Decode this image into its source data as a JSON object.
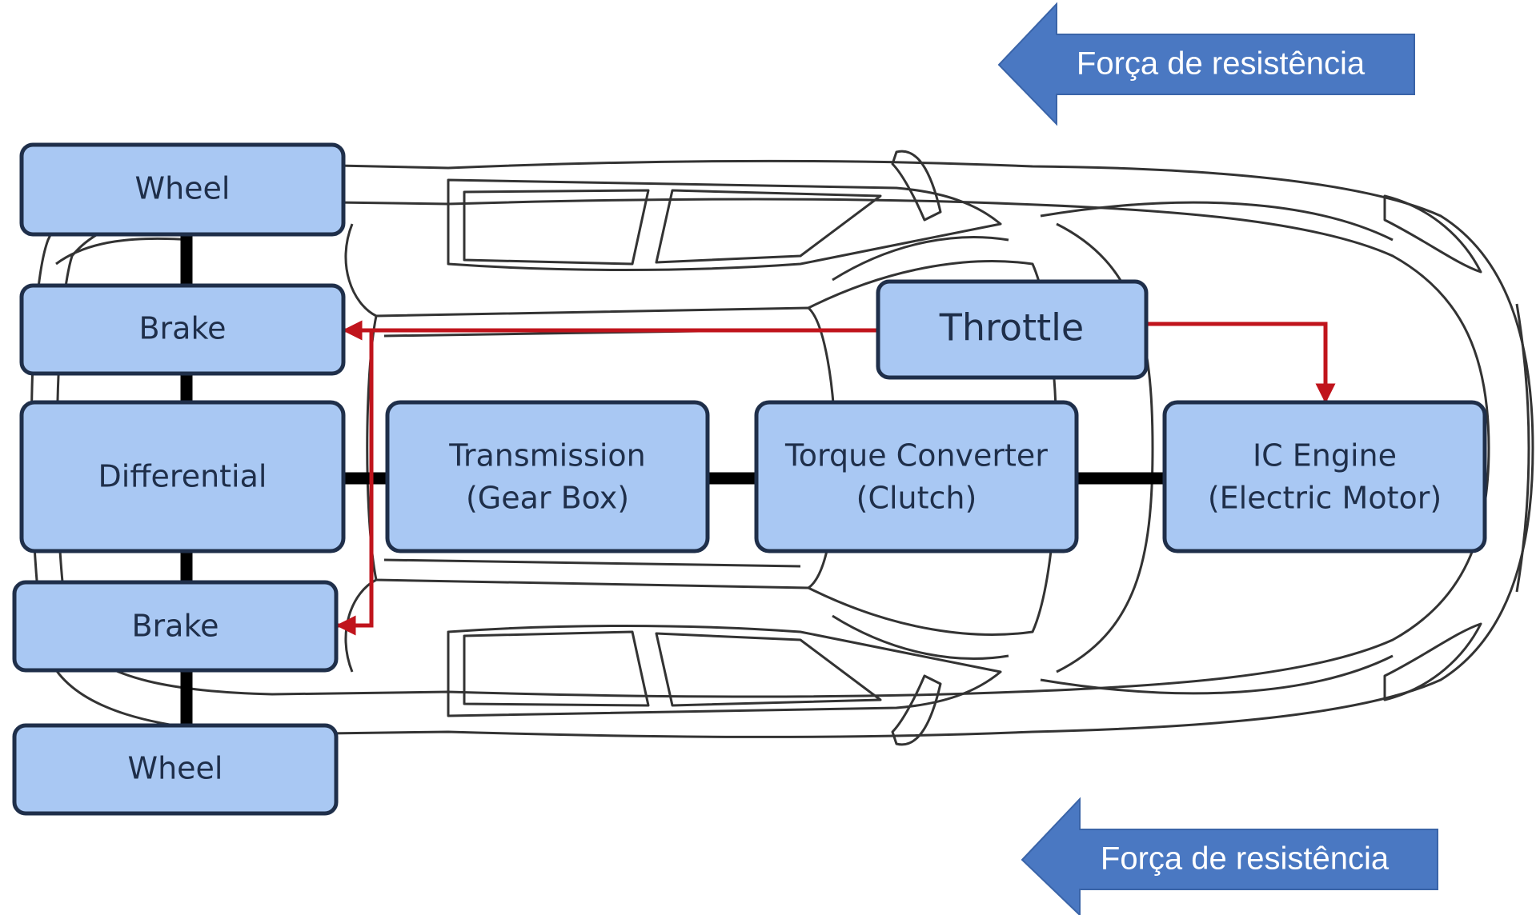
{
  "forces": {
    "top_label": "Força de resistência",
    "bottom_label": "Força de resistência",
    "color": "#4a78c2"
  },
  "components": {
    "wheel_top": "Wheel",
    "brake_top": "Brake",
    "differential": "Differential",
    "brake_bottom": "Brake",
    "wheel_bottom": "Wheel",
    "transmission_line1": "Transmission",
    "transmission_line2": "(Gear Box)",
    "torque_line1": "Torque Converter",
    "torque_line2": "(Clutch)",
    "engine_line1": "IC Engine",
    "engine_line2": "(Electric Motor)",
    "throttle": "Throttle"
  },
  "colors": {
    "box_fill": "#a9c8f3",
    "box_stroke": "#1f2f4a",
    "signal_line": "#c0141c",
    "drive_shaft": "#000000",
    "car_outline": "#333333"
  },
  "icons": {
    "car": "car-top-view-outline",
    "force_arrow": "left-arrow"
  }
}
